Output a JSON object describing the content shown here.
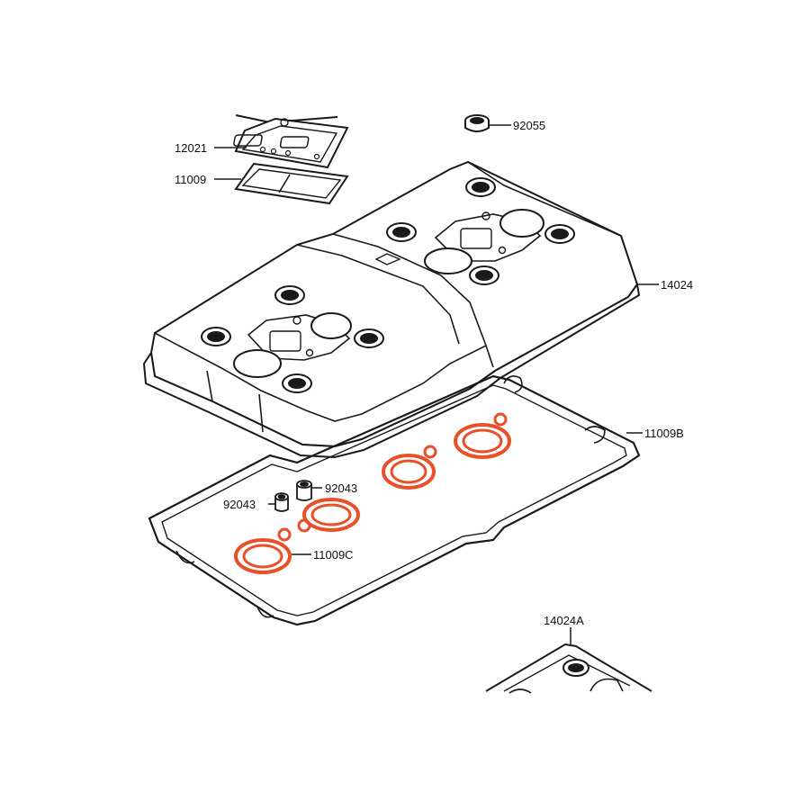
{
  "labels": {
    "p12021": "12021",
    "p11009": "11009",
    "p92055": "92055",
    "p14024": "14024",
    "p11009B": "11009B",
    "p92043a": "92043",
    "p92043b": "92043",
    "p11009C": "11009C",
    "p14024A": "14024A"
  },
  "colors": {
    "line": "#1a1a1a",
    "highlight": "#e8502a",
    "background": "#ffffff"
  }
}
